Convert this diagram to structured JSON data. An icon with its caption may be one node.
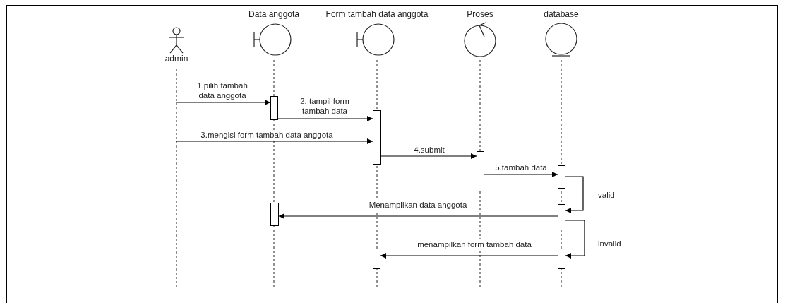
{
  "diagram": {
    "nodes": [
      {
        "text": [
          "admin"
        ]
      },
      {
        "text": [
          "Data anggota"
        ]
      },
      {
        "text": [
          "Form tambah data anggota"
        ]
      },
      {
        "text": [
          "Proses"
        ]
      },
      {
        "text": [
          "database"
        ]
      },
      {
        "text": [],
        "shape": "bar"
      },
      {
        "text": [],
        "shape": "bar"
      },
      {
        "text": [],
        "shape": "bar"
      },
      {
        "text": [],
        "shape": "bar"
      },
      {
        "text": [],
        "shape": "bar"
      },
      {
        "text": [],
        "shape": "bar"
      },
      {
        "text": [],
        "shape": "bar"
      },
      {
        "text": [],
        "shape": "bar"
      }
    ],
    "edges": [
      {
        "from": 0,
        "to": 5,
        "arrow": "to",
        "label": "1.pilih tambah data anggota"
      },
      {
        "from": 5,
        "to": 6,
        "arrow": "to",
        "label": "2. tampil form tambah data"
      },
      {
        "from": 0,
        "to": 6,
        "arrow": "to",
        "label": "3.mengisi form tambah data anggota"
      },
      {
        "from": 6,
        "to": 7,
        "arrow": "to",
        "label": "4.submit"
      },
      {
        "from": 7,
        "to": 8,
        "arrow": "to",
        "label": "5.tambah data"
      },
      {
        "from": 8,
        "to": 10,
        "arrow": "to",
        "label": "valid"
      },
      {
        "from": 10,
        "to": 9,
        "arrow": "to",
        "label": "Menampilkan data anggota"
      },
      {
        "from": 10,
        "to": 12,
        "arrow": "to",
        "label": "invalid"
      },
      {
        "from": 12,
        "to": 11,
        "arrow": "to",
        "label": "menampilkan form tambah data"
      }
    ]
  }
}
